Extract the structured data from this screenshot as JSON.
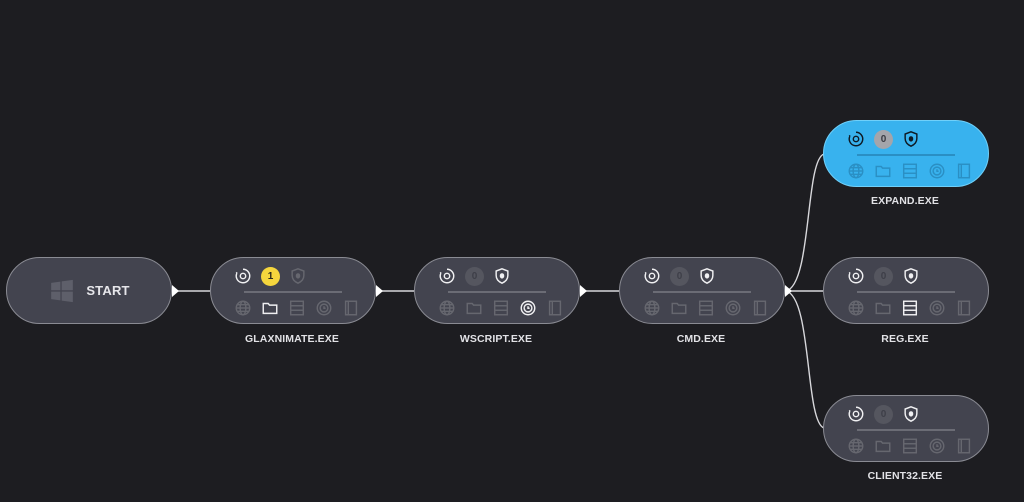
{
  "colors": {
    "background": "#1d1d21",
    "node_fill": "#43444f",
    "node_border": "#8a8b93",
    "selected_fill": "#38b2ee",
    "badge_yellow": "#f5d63d",
    "badge_gray": "#55565f",
    "icon_active": "#f0f0f2",
    "icon_dim": "#63646d"
  },
  "start": {
    "label": "START",
    "icon": "windows-logo-icon"
  },
  "nodes": [
    {
      "id": "glaxnimate",
      "label": "GLAXNIMATE.EXE",
      "count": "1",
      "count_style": "yellow",
      "shield": "dim",
      "active_icon": "folder",
      "selected": false
    },
    {
      "id": "wscript",
      "label": "WSCRIPT.EXE",
      "count": "0",
      "count_style": "gray",
      "shield": "active",
      "active_icon": "clock-process",
      "selected": false
    },
    {
      "id": "cmd",
      "label": "CMD.EXE",
      "count": "0",
      "count_style": "gray",
      "shield": "active",
      "active_icon": "none",
      "selected": false
    },
    {
      "id": "expand",
      "label": "EXPAND.EXE",
      "count": "0",
      "count_style": "gray-light",
      "shield": "dark",
      "active_icon": "none",
      "selected": true
    },
    {
      "id": "reg",
      "label": "REG.EXE",
      "count": "0",
      "count_style": "gray",
      "shield": "active",
      "active_icon": "registry",
      "selected": false
    },
    {
      "id": "client32",
      "label": "CLIENT32.EXE",
      "count": "0",
      "count_style": "gray",
      "shield": "active",
      "active_icon": "none",
      "selected": false
    }
  ],
  "edges": [
    {
      "from": "start",
      "to": "glaxnimate"
    },
    {
      "from": "glaxnimate",
      "to": "wscript"
    },
    {
      "from": "wscript",
      "to": "cmd"
    },
    {
      "from": "cmd",
      "to": "expand"
    },
    {
      "from": "cmd",
      "to": "reg"
    },
    {
      "from": "cmd",
      "to": "client32"
    }
  ],
  "icon_row_names": [
    "network-globe-icon",
    "folder-icon",
    "registry-icon",
    "clock-process-icon",
    "module-book-icon"
  ]
}
